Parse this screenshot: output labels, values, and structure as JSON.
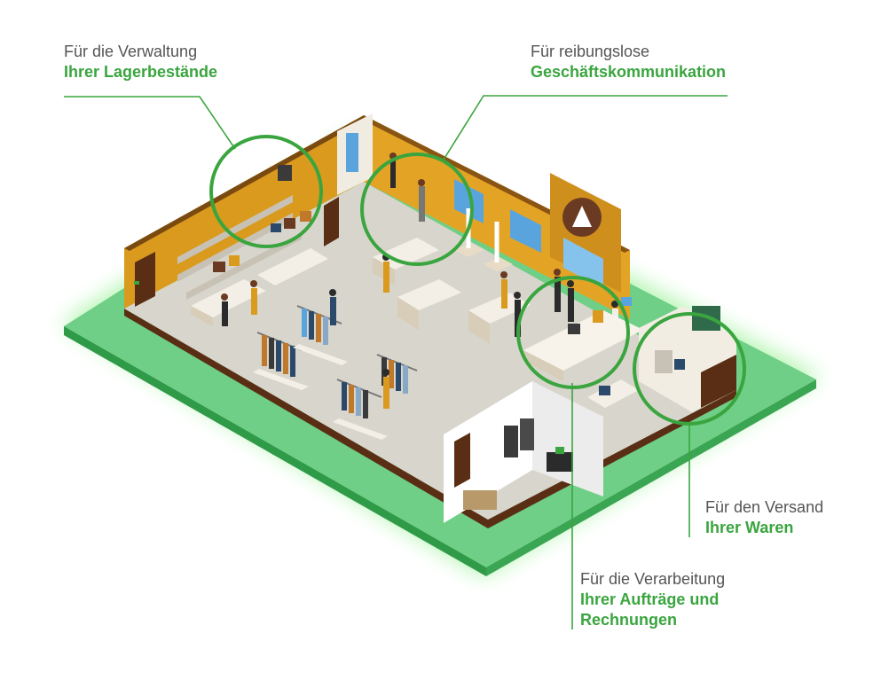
{
  "colors": {
    "accent": "#3aa53f",
    "glow": "#74e36f",
    "floor_base": "#5fc27a",
    "wall": "#d99a1e",
    "floor": "#d8d5cc",
    "text": "#555555"
  },
  "callouts": [
    {
      "id": "inventory",
      "line1": "Für die Verwaltung",
      "line2": "Ihrer Lagerbestände",
      "line3": ""
    },
    {
      "id": "communication",
      "line1": "Für reibungslose",
      "line2": "Geschäftskommunikation",
      "line3": ""
    },
    {
      "id": "orders",
      "line1": "Für die Verarbeitung",
      "line2": "Ihrer Aufträge und",
      "line3": "Rechnungen"
    },
    {
      "id": "shipping",
      "line1": "Für den Versand",
      "line2": "Ihrer Waren",
      "line3": ""
    }
  ],
  "icons": [
    "store-logo-icon",
    "exit-sign-icon",
    "computer-monitor-icon",
    "cash-register-icon",
    "shopping-bag-icon",
    "server-icon",
    "package-icon"
  ]
}
